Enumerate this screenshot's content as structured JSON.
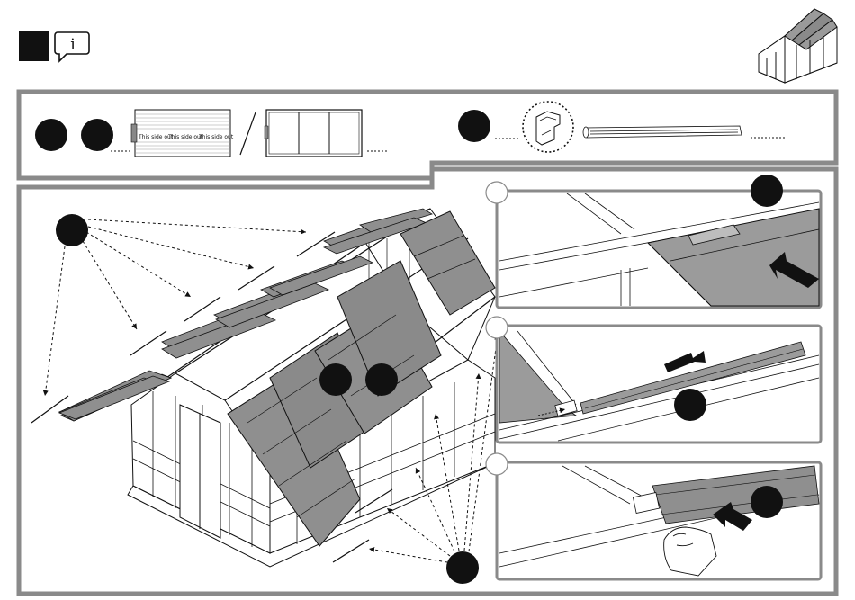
{
  "header": {
    "step_badge_icon": "black-square",
    "info_icon": "speech-bubble-i",
    "info_glyph": "i",
    "thumbnail_icon": "greenhouse-thumbnail"
  },
  "parts_strip": {
    "panel_sticker_text": [
      "This side out",
      "This side out",
      "This side out"
    ]
  },
  "colors": {
    "ink": "#111111",
    "frame_gray": "#8a8a8a",
    "panel_fill": "#8f8f8f",
    "detail_fill": "#9b9b9b"
  }
}
